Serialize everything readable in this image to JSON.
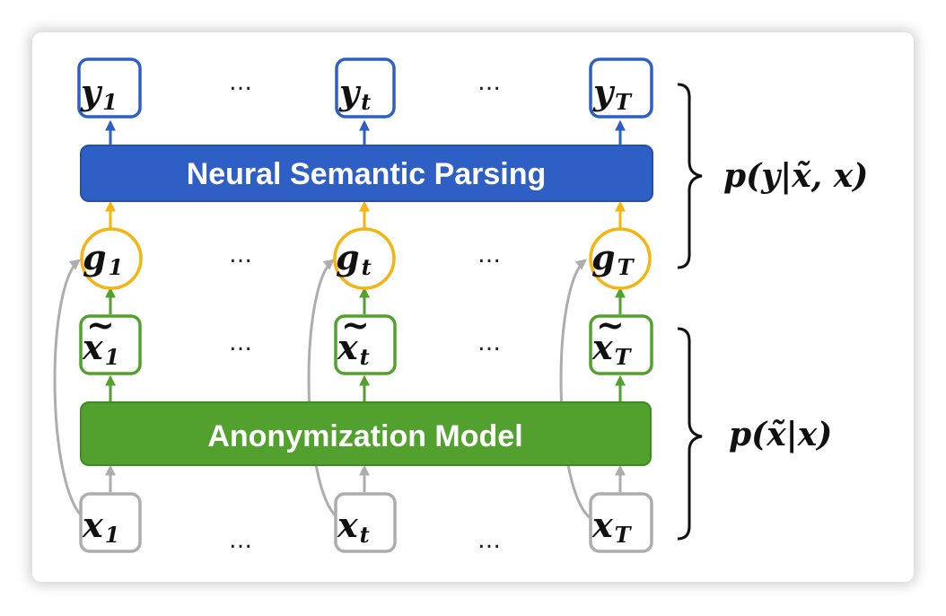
{
  "colors": {
    "blue": "#2E5FC4",
    "green": "#52A12E",
    "orange": "#F5B40E",
    "gray": "#ADADAD"
  },
  "bars": {
    "parsing_label": "Neural Semantic Parsing",
    "anonymization_label": "Anonymization Model"
  },
  "rows": {
    "y": {
      "symbol": "y"
    },
    "g": {
      "symbol": "g"
    },
    "xt": {
      "symbol": "x",
      "accent": "~"
    },
    "x": {
      "symbol": "x"
    }
  },
  "columns": [
    {
      "sub": "1"
    },
    {
      "sub": "t"
    },
    {
      "sub": "T"
    }
  ],
  "ellipsis": "…",
  "brackets": {
    "top": "p(y|x̃, x)",
    "bottom": "p(x̃|x)"
  }
}
